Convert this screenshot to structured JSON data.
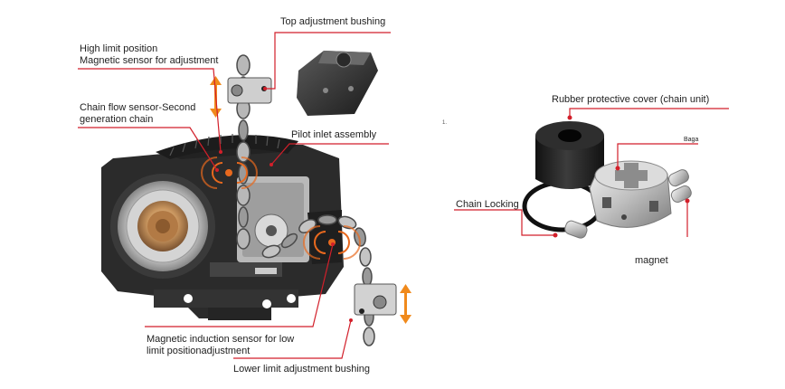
{
  "labels": {
    "top_bushing": "Top adjustment bushing",
    "high_limit_line1": "High limit position",
    "high_limit_line2": "Magnetic sensor for adjustment",
    "chain_flow_line1": "Chain flow sensor-Second",
    "chain_flow_line2": "generation chain",
    "pilot_inlet": "Pilot inlet assembly",
    "low_sensor_line1": "Magnetic induction sensor for low",
    "low_sensor_line2": "limit positionadjustment",
    "lower_bushing": "Lower limit adjustment bushing",
    "rubber_cover": "Rubber protective cover (chain unit)",
    "baga": "Baga",
    "chain_locking": "Chain Locking",
    "magnet": "magnet",
    "stray_mark": "1."
  },
  "colors": {
    "accent_red": "#d21f2a",
    "arrow_orange": "#f08a1c",
    "housing_dark": "#2a2a2a",
    "wave_orange": "#e8691e",
    "brass": "#c8955e"
  },
  "icons": {
    "up_down_arrow": "double-headed-vertical-arrow",
    "sensor_wave": "signal-wave"
  }
}
